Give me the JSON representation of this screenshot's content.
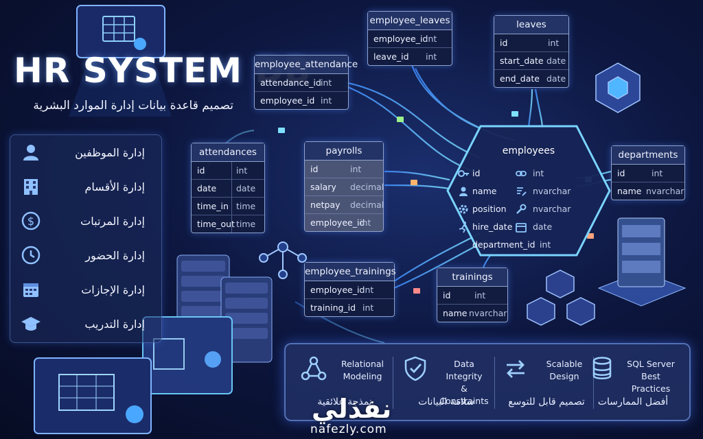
{
  "header": {
    "title": "HR SYSTEM DB",
    "subtitle": "تصميم قاعدة بيانات إدارة الموارد البشرية"
  },
  "menu": {
    "items": [
      {
        "label": "إدارة الموظفين",
        "icon": "user-icon"
      },
      {
        "label": "إدارة الأقسام",
        "icon": "building-icon"
      },
      {
        "label": "إدارة المرتبات",
        "icon": "dollar-icon"
      },
      {
        "label": "إدارة الحضور",
        "icon": "clock-icon"
      },
      {
        "label": "إدارة الإجازات",
        "icon": "calendar-icon"
      },
      {
        "label": "إدارة التدريب",
        "icon": "graduation-cap-icon"
      }
    ]
  },
  "tables": {
    "employee_leaves": {
      "name": "employee_leaves",
      "rows": [
        [
          "employee_id",
          "int"
        ],
        [
          "leave_id",
          "int"
        ]
      ]
    },
    "leaves": {
      "name": "leaves",
      "rows": [
        [
          "id",
          "int"
        ],
        [
          "start_date",
          "date"
        ],
        [
          "end_date",
          "date"
        ]
      ]
    },
    "employee_attendance": {
      "name": "employee_attendance",
      "rows": [
        [
          "attendance_id",
          "int"
        ],
        [
          "employee_id",
          "int"
        ]
      ]
    },
    "attendances": {
      "name": "attendances",
      "rows": [
        [
          "id",
          "int"
        ],
        [
          "date",
          "date"
        ],
        [
          "time_in",
          "time"
        ],
        [
          "time_out",
          "time"
        ]
      ]
    },
    "payrolls": {
      "name": "payrolls",
      "rows": [
        [
          "id",
          "int"
        ],
        [
          "salary",
          "decimal"
        ],
        [
          "netpay",
          "decimal"
        ],
        [
          "employee_id",
          "int"
        ]
      ]
    },
    "departments": {
      "name": "departments",
      "rows": [
        [
          "id",
          "int"
        ],
        [
          "name",
          "nvarchar"
        ]
      ]
    },
    "employee_trainings": {
      "name": "employee_trainings",
      "rows": [
        [
          "employee_id",
          "int"
        ],
        [
          "training_id",
          "int"
        ]
      ]
    },
    "trainings": {
      "name": "trainings",
      "rows": [
        [
          "id",
          "int"
        ],
        [
          "name",
          "nvarchar"
        ]
      ]
    }
  },
  "employees": {
    "name": "employees",
    "rows": [
      {
        "field": "id",
        "type": "int",
        "icon": "key-icon",
        "type_icon": "link-icon"
      },
      {
        "field": "name",
        "type": "nvarchar",
        "icon": "user-icon",
        "type_icon": "text-icon"
      },
      {
        "field": "position",
        "type": "nvarchar",
        "icon": "gear-icon",
        "type_icon": "wrench-icon"
      },
      {
        "field": "hire_date",
        "type": "date",
        "icon": "runner-icon",
        "type_icon": "calendar-icon"
      },
      {
        "field": "department_id",
        "type": "int",
        "icon": "",
        "type_icon": ""
      }
    ]
  },
  "features": [
    {
      "en1": "Relational",
      "en2": "Modeling",
      "ar": "نمذجة علائقية",
      "icon": "network-icon"
    },
    {
      "en1": "Data Integrity",
      "en2": "& Constraints",
      "ar": "سلامة البيانات",
      "icon": "shield-check-icon"
    },
    {
      "en1": "Scalable",
      "en2": "Design",
      "ar": "تصميم قابل للتوسع",
      "icon": "arrows-icon"
    },
    {
      "en1": "SQL Server",
      "en2": "Best Practices",
      "ar": "أفضل الممارسات",
      "icon": "database-icon"
    }
  ],
  "watermark": {
    "ar": "نفذلي",
    "en": "nafezly.com"
  },
  "colors": {
    "accent": "#4da3ff",
    "glow": "#6fd0ff",
    "background": "#0d1740"
  }
}
